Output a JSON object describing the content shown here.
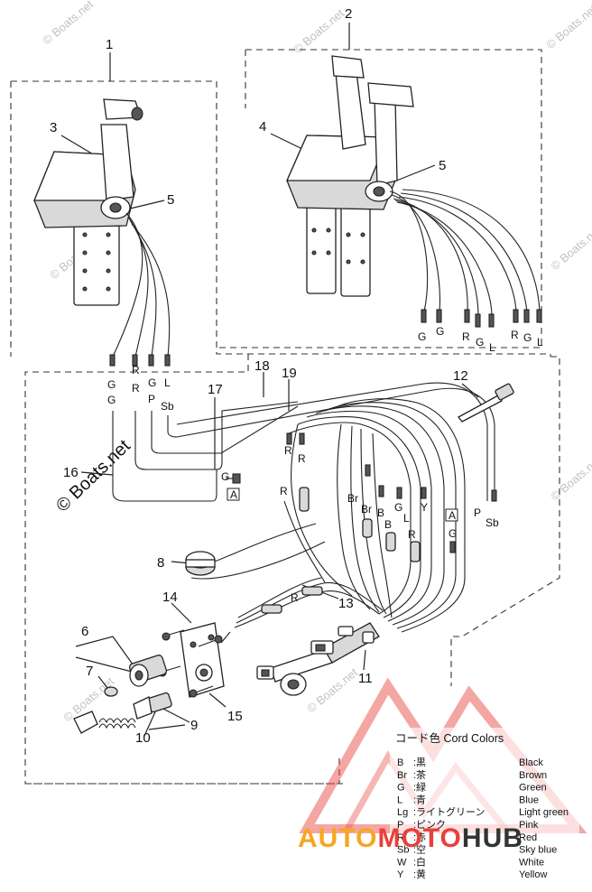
{
  "callouts": {
    "c1": "1",
    "c2": "2",
    "c3": "3",
    "c4": "4",
    "c5a": "5",
    "c5b": "5",
    "c6": "6",
    "c7": "7",
    "c8": "8",
    "c9": "9",
    "c10": "10",
    "c11": "11",
    "c12": "12",
    "c13": "13",
    "c14": "14",
    "c15": "15",
    "c16": "16",
    "c17": "17",
    "c18": "18",
    "c19": "19"
  },
  "wire_labels": {
    "top_right": [
      "G",
      "G",
      "R",
      "G",
      "L",
      "R",
      "G",
      "L"
    ],
    "left_col1": [
      "G",
      "G"
    ],
    "left_col2": [
      "R",
      "R"
    ],
    "left_col3": [
      "G",
      "P"
    ],
    "left_col4": [
      "L",
      "Sb"
    ],
    "mid": {
      "r_a": "R",
      "r_b": "R",
      "r_c": "R",
      "g_conn": "G",
      "r_lower": "R",
      "br_a": "Br",
      "br_b": "Br",
      "b_a": "B",
      "b_b": "B",
      "g_mid": "G",
      "l_mid": "L",
      "y_mid": "Y",
      "r_mid": "R",
      "p_mid": "P",
      "sb_mid": "Sb",
      "g_right": "G"
    },
    "boxed_a_left": "A",
    "boxed_a_right": "A"
  },
  "watermarks": [
    "© Boats.net",
    "© Boats.net",
    "© Boats.net",
    "© Boats.net",
    "© Boats.net",
    "© Boats.net",
    "© Boats.net",
    "© Boats.net"
  ],
  "main_watermark": "© Boats.net",
  "cord_colors": {
    "title": "コード色 Cord Colors",
    "rows": [
      {
        "code": "B",
        "jp": ":黒",
        "en": "Black"
      },
      {
        "code": "Br",
        "jp": ":茶",
        "en": "Brown"
      },
      {
        "code": "G",
        "jp": ":緑",
        "en": "Green"
      },
      {
        "code": "L",
        "jp": ":青",
        "en": "Blue"
      },
      {
        "code": "Lg",
        "jp": ":ライトグリーン",
        "en": "Light green"
      },
      {
        "code": "P",
        "jp": ":ピンク",
        "en": "Pink"
      },
      {
        "code": "R",
        "jp": ":赤",
        "en": "Red"
      },
      {
        "code": "Sb",
        "jp": ":空",
        "en": "Sky blue"
      },
      {
        "code": "W",
        "jp": ":白",
        "en": "White"
      },
      {
        "code": "Y",
        "jp": ":黄",
        "en": "Yellow"
      }
    ]
  },
  "brand": {
    "text": "AUTOMOTOHUB",
    "color_orange": "#f5a623",
    "color_red": "#e8403a",
    "color_dark": "#333333"
  }
}
